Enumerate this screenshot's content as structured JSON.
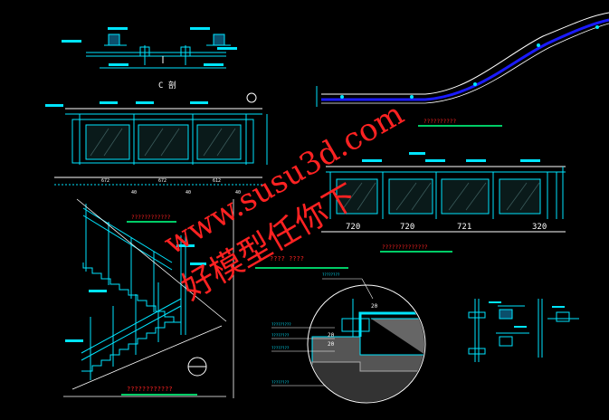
{
  "section_label": "C 剖",
  "dims_bottom_left": [
    "672",
    "672",
    "612"
  ],
  "dims_bottom_left_sub": [
    "40",
    "40",
    "40"
  ],
  "dims_bottom_right": [
    "720",
    "720",
    "721",
    "320"
  ],
  "titles": {
    "plan_curve": "??????????",
    "right_elev": "??????????????",
    "stair_elev": "????????????",
    "stair_bottom": "????????????",
    "detail_circle": "????  ????"
  },
  "detail_leaders": [
    "????????",
    "?????????",
    "????????",
    "????????",
    "????????"
  ],
  "detail_dims": [
    "20",
    "20",
    "20"
  ],
  "watermark_url": "www.susu3d.com",
  "watermark_cn": "好模型任你下"
}
